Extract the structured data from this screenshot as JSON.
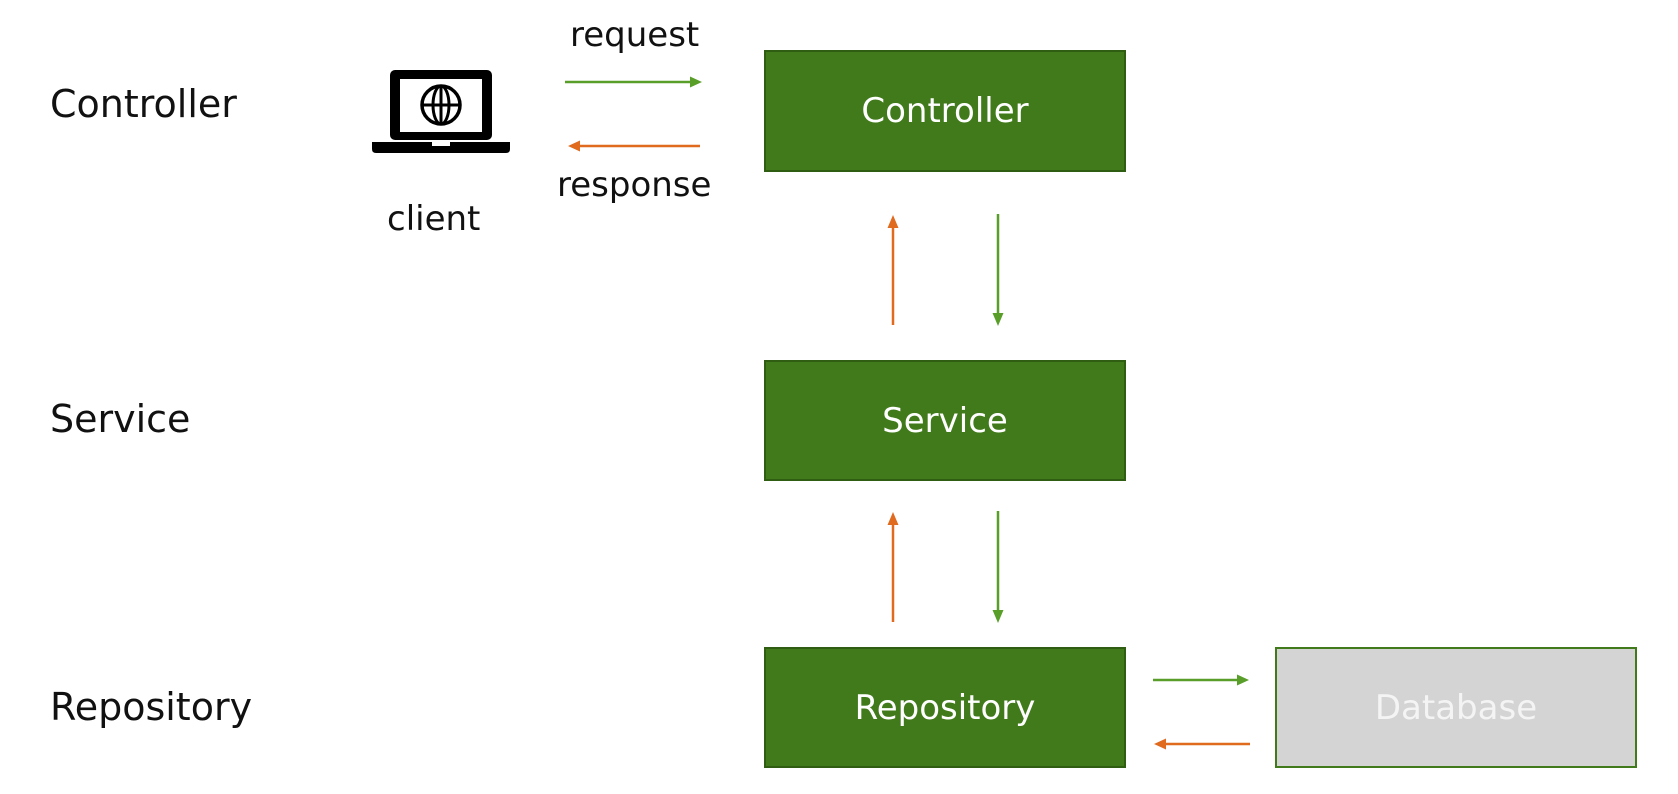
{
  "layers": {
    "controller": "Controller",
    "service": "Service",
    "repository": "Repository"
  },
  "client": {
    "label": "client",
    "icon": "laptop-globe-icon"
  },
  "messages": {
    "request": "request",
    "response": "response"
  },
  "boxes": {
    "controller": "Controller",
    "service": "Service",
    "repository": "Repository",
    "database": "Database"
  },
  "colors": {
    "box_green": "#417a1b",
    "database_gray": "#d4d4d4",
    "request_arrow": "#5a9e2a",
    "response_arrow": "#e06a1e"
  }
}
